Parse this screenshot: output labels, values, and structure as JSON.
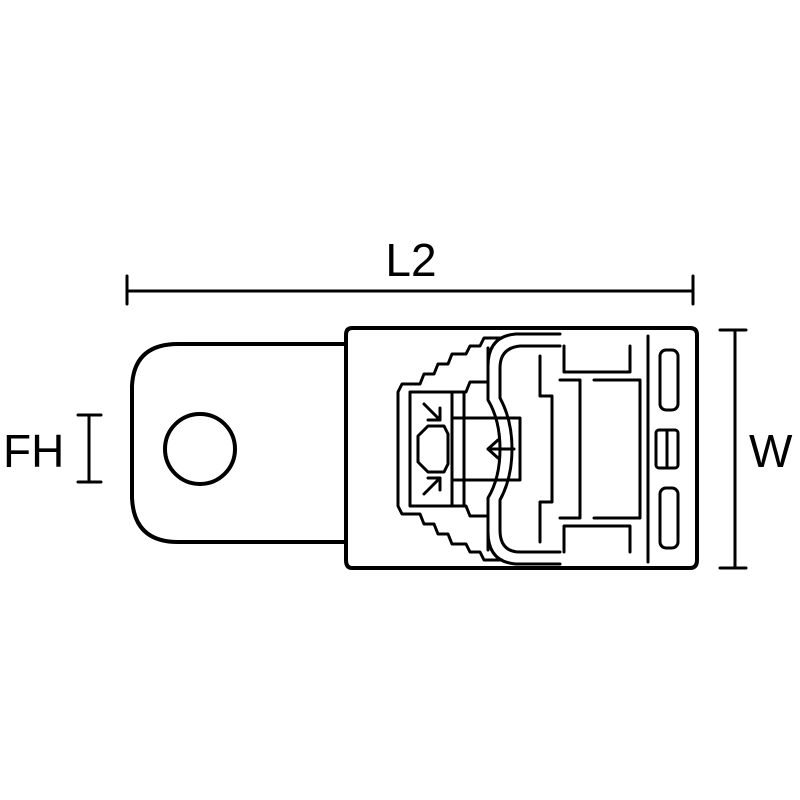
{
  "labels": {
    "length": "L2",
    "width": "W",
    "fixing_hole": "FH"
  },
  "colors": {
    "line": "#000000",
    "background": "#ffffff"
  }
}
